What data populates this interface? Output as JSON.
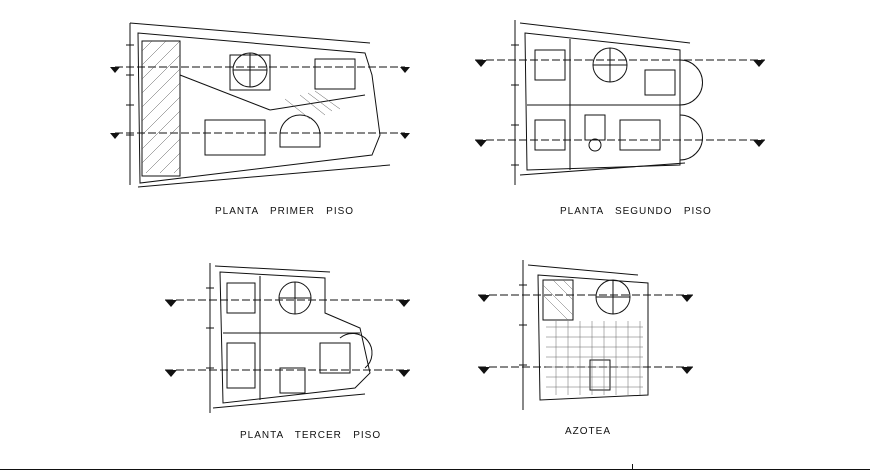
{
  "drawing": {
    "plans": [
      {
        "id": "primer-piso",
        "caption": "PLANTA   PRIMER   PISO"
      },
      {
        "id": "segundo-piso",
        "caption": "PLANTA   SEGUNDO   PISO"
      },
      {
        "id": "tercer-piso",
        "caption": "PLANTA   TERCER   PISO"
      },
      {
        "id": "azotea",
        "caption": "AZOTEA"
      }
    ]
  },
  "colors": {
    "line": "#111111",
    "background": "#ffffff"
  }
}
